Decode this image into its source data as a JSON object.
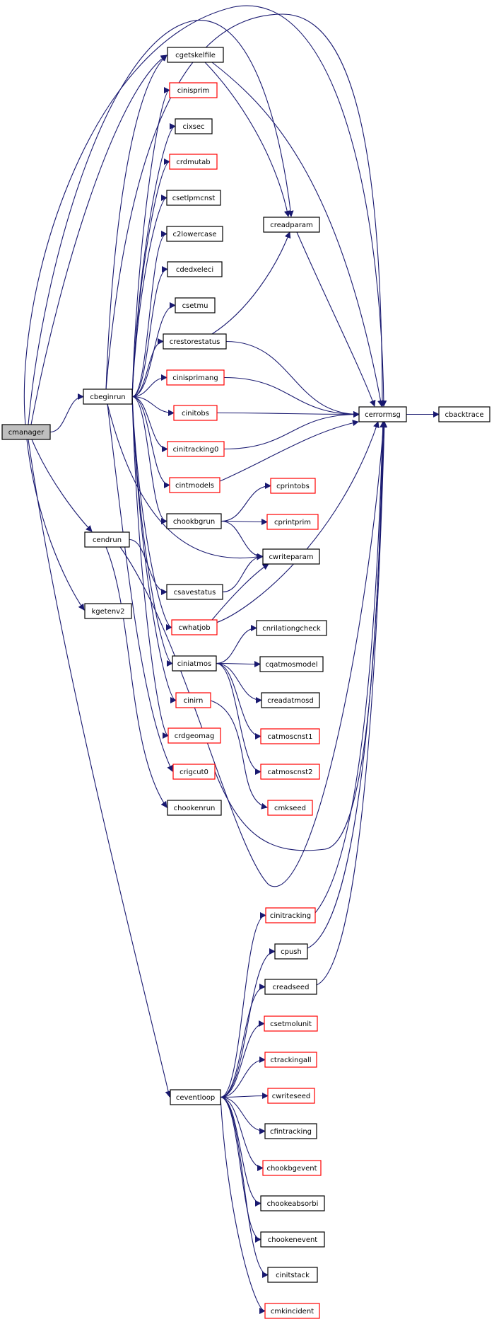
{
  "colors": {
    "edge": "#191970",
    "node_border": "#000000",
    "node_border_highlight": "#ff0000",
    "background": "#ffffff"
  },
  "nodes": {
    "cmanager": {
      "label": "cmanager",
      "selected": true
    },
    "cbeginrun": {
      "label": "cbeginrun"
    },
    "cendrun": {
      "label": "cendrun"
    },
    "kgetenv2": {
      "label": "kgetenv2"
    },
    "cgetskelfile": {
      "label": "cgetskelfile"
    },
    "cinisprim": {
      "label": "cinisprim",
      "red": true
    },
    "cixsec": {
      "label": "cixsec"
    },
    "crdmutab": {
      "label": "crdmutab",
      "red": true
    },
    "csetlpmcnst": {
      "label": "csetlpmcnst"
    },
    "c2lowercase": {
      "label": "c2lowercase"
    },
    "cdedxeleci": {
      "label": "cdedxeleci"
    },
    "csetmu": {
      "label": "csetmu"
    },
    "crestorestatus": {
      "label": "crestorestatus"
    },
    "cinisprimang": {
      "label": "cinisprimang",
      "red": true
    },
    "cinitobs": {
      "label": "cinitobs",
      "red": true
    },
    "cinitracking0": {
      "label": "cinitracking0",
      "red": true
    },
    "cintmodels": {
      "label": "cintmodels",
      "red": true
    },
    "chookbgrun": {
      "label": "chookbgrun"
    },
    "csavestatus": {
      "label": "csavestatus"
    },
    "cwhatjob": {
      "label": "cwhatjob",
      "red": true
    },
    "ciniatmos": {
      "label": "ciniatmos"
    },
    "cinirn": {
      "label": "cinirn",
      "red": true
    },
    "crdgeomag": {
      "label": "crdgeomag",
      "red": true
    },
    "crigcut0": {
      "label": "crigcut0",
      "red": true
    },
    "chookenrun": {
      "label": "chookenrun"
    },
    "creadparam": {
      "label": "creadparam"
    },
    "cerrormsg": {
      "label": "cerrormsg"
    },
    "cbacktrace": {
      "label": "cbacktrace"
    },
    "cprintobs": {
      "label": "cprintobs",
      "red": true
    },
    "cprintprim": {
      "label": "cprintprim",
      "red": true
    },
    "cwriteparam": {
      "label": "cwriteparam"
    },
    "cnrilationgcheck": {
      "label": "cnrilationgcheck"
    },
    "cqatmosmodel": {
      "label": "cqatmosmodel"
    },
    "creadatmosd": {
      "label": "creadatmosd"
    },
    "catmoscnst1": {
      "label": "catmoscnst1",
      "red": true
    },
    "catmoscnst2": {
      "label": "catmoscnst2",
      "red": true
    },
    "cmkseed": {
      "label": "cmkseed",
      "red": true
    },
    "ceventloop": {
      "label": "ceventloop"
    },
    "cinitracking": {
      "label": "cinitracking",
      "red": true
    },
    "cpush": {
      "label": "cpush"
    },
    "creadseed": {
      "label": "creadseed"
    },
    "csetmolunit": {
      "label": "csetmolunit",
      "red": true
    },
    "ctrackingall": {
      "label": "ctrackingall",
      "red": true
    },
    "cwriteseed": {
      "label": "cwriteseed",
      "red": true
    },
    "cfintracking": {
      "label": "cfintracking"
    },
    "chookbgevent": {
      "label": "chookbgevent",
      "red": true
    },
    "chookeabsorbi": {
      "label": "chookeabsorbi"
    },
    "chookenevent": {
      "label": "chookenevent"
    },
    "cinitstack": {
      "label": "cinitstack"
    },
    "cmkincident": {
      "label": "cmkincident",
      "red": true
    }
  },
  "edges": [
    [
      "cmanager",
      "cbeginrun"
    ],
    [
      "cmanager",
      "cendrun"
    ],
    [
      "cmanager",
      "kgetenv2"
    ],
    [
      "cmanager",
      "ceventloop"
    ],
    [
      "cmanager",
      "cgetskelfile"
    ],
    [
      "cmanager",
      "creadparam"
    ],
    [
      "cmanager",
      "cerrormsg"
    ],
    [
      "cbeginrun",
      "cgetskelfile"
    ],
    [
      "cbeginrun",
      "cinisprim"
    ],
    [
      "cbeginrun",
      "cixsec"
    ],
    [
      "cbeginrun",
      "crdmutab"
    ],
    [
      "cbeginrun",
      "csetlpmcnst"
    ],
    [
      "cbeginrun",
      "c2lowercase"
    ],
    [
      "cbeginrun",
      "cdedxeleci"
    ],
    [
      "cbeginrun",
      "csetmu"
    ],
    [
      "cbeginrun",
      "crestorestatus"
    ],
    [
      "cbeginrun",
      "cinisprimang"
    ],
    [
      "cbeginrun",
      "cinitobs"
    ],
    [
      "cbeginrun",
      "cinitracking0"
    ],
    [
      "cbeginrun",
      "cintmodels"
    ],
    [
      "cbeginrun",
      "chookbgrun"
    ],
    [
      "cbeginrun",
      "cwriteparam"
    ],
    [
      "cbeginrun",
      "cwhatjob"
    ],
    [
      "cbeginrun",
      "ciniatmos"
    ],
    [
      "cbeginrun",
      "cinirn"
    ],
    [
      "cbeginrun",
      "crdgeomag"
    ],
    [
      "cbeginrun",
      "crigcut0"
    ],
    [
      "cbeginrun",
      "cerrormsg"
    ],
    [
      "cendrun",
      "csavestatus"
    ],
    [
      "cendrun",
      "chookenrun"
    ],
    [
      "cendrun",
      "cerrormsg"
    ],
    [
      "cgetskelfile",
      "creadparam"
    ],
    [
      "cgetskelfile",
      "cerrormsg"
    ],
    [
      "creadparam",
      "cerrormsg"
    ],
    [
      "crestorestatus",
      "creadparam"
    ],
    [
      "crestorestatus",
      "cerrormsg"
    ],
    [
      "cinisprimang",
      "cerrormsg"
    ],
    [
      "cinitobs",
      "cerrormsg"
    ],
    [
      "cinitracking0",
      "cerrormsg"
    ],
    [
      "cintmodels",
      "cerrormsg"
    ],
    [
      "chookbgrun",
      "cprintobs"
    ],
    [
      "chookbgrun",
      "cprintprim"
    ],
    [
      "chookbgrun",
      "cwriteparam"
    ],
    [
      "csavestatus",
      "cwriteparam"
    ],
    [
      "cwhatjob",
      "cwriteparam"
    ],
    [
      "cwhatjob",
      "cerrormsg"
    ],
    [
      "ciniatmos",
      "cnrilationgcheck"
    ],
    [
      "ciniatmos",
      "cqatmosmodel"
    ],
    [
      "ciniatmos",
      "creadatmosd"
    ],
    [
      "ciniatmos",
      "catmoscnst1"
    ],
    [
      "ciniatmos",
      "catmoscnst2"
    ],
    [
      "cinirn",
      "cmkseed"
    ],
    [
      "crigcut0",
      "cerrormsg"
    ],
    [
      "cerrormsg",
      "cbacktrace"
    ],
    [
      "ceventloop",
      "cinitracking"
    ],
    [
      "ceventloop",
      "cpush"
    ],
    [
      "ceventloop",
      "creadseed"
    ],
    [
      "ceventloop",
      "csetmolunit"
    ],
    [
      "ceventloop",
      "ctrackingall"
    ],
    [
      "ceventloop",
      "cwriteseed"
    ],
    [
      "ceventloop",
      "cfintracking"
    ],
    [
      "ceventloop",
      "chookbgevent"
    ],
    [
      "ceventloop",
      "chookeabsorbi"
    ],
    [
      "ceventloop",
      "chookenevent"
    ],
    [
      "ceventloop",
      "cinitstack"
    ],
    [
      "ceventloop",
      "cmkincident"
    ],
    [
      "cinitracking",
      "cerrormsg"
    ],
    [
      "cpush",
      "cerrormsg"
    ],
    [
      "creadseed",
      "cerrormsg"
    ]
  ]
}
